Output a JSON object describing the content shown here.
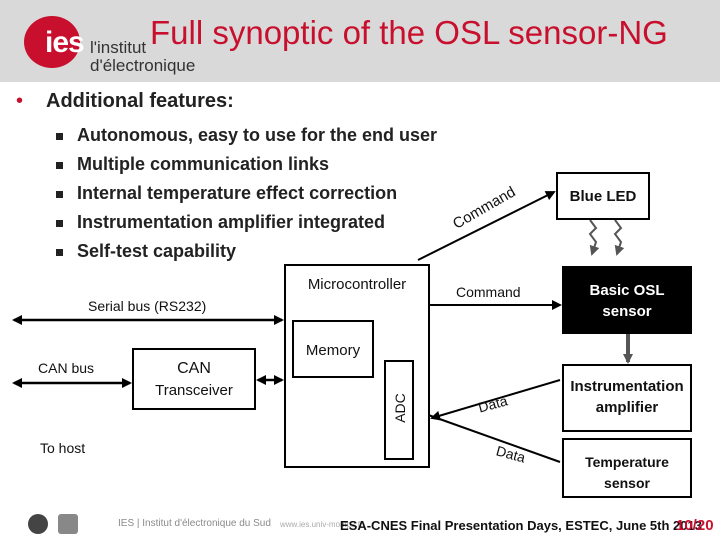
{
  "header": {
    "title": "Full synoptic of the OSL sensor-NG",
    "logo_mark": "ies",
    "logo_line1": "l'institut",
    "logo_line2": "d'électronique"
  },
  "section": {
    "bullet": "•",
    "title": "Additional features:"
  },
  "features": [
    "Autonomous, easy to use for the end user",
    "Multiple communication links",
    "Internal temperature effect correction",
    "Instrumentation amplifier integrated",
    "Self-test capability"
  ],
  "diagram": {
    "serial_bus": "Serial bus (RS232)",
    "can_bus": "CAN bus",
    "to_host": "To host",
    "can_transceiver_1": "CAN",
    "can_transceiver_2": "Transceiver",
    "microcontroller": "Microcontroller",
    "memory": "Memory",
    "adc": "ADC",
    "command_curved": "Command",
    "command": "Command",
    "data_upper": "Data",
    "data_lower": "Data",
    "blue_led": "Blue LED",
    "osl_sensor_1": "Basic OSL",
    "osl_sensor_2": "sensor",
    "amplifier_1": "Instrumentation",
    "amplifier_2": "amplifier",
    "temp_sensor_1": "Temperature",
    "temp_sensor_2": "sensor"
  },
  "footer": {
    "faded": "IES | Institut d'électronique du Sud",
    "url": "www.ies.univ-montp2.fr",
    "text": "ESA-CNES Final Presentation Days, ESTEC, June 5th 2013",
    "page": "10/20"
  },
  "colors": {
    "accent": "#c8102e",
    "header_bg": "#d9d9d9",
    "osl_box": "#000000"
  }
}
